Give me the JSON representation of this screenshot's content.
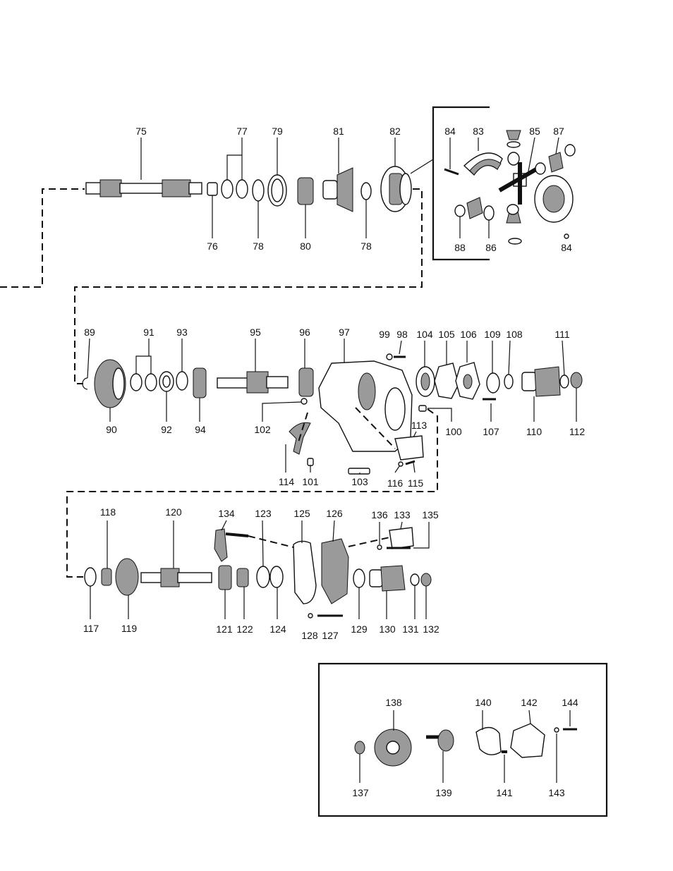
{
  "labels": {
    "p75": "75",
    "p76": "76",
    "p77": "77",
    "p78a": "78",
    "p78b": "78",
    "p79": "79",
    "p80": "80",
    "p81": "81",
    "p82": "82",
    "p83": "83",
    "p84a": "84",
    "p84b": "84",
    "p85": "85",
    "p86": "86",
    "p87": "87",
    "p88": "88",
    "p89": "89",
    "p90": "90",
    "p91": "91",
    "p92": "92",
    "p93": "93",
    "p94": "94",
    "p95": "95",
    "p96": "96",
    "p97": "97",
    "p98": "98",
    "p99": "99",
    "p100": "100",
    "p101": "101",
    "p102": "102",
    "p103": "103",
    "p104": "104",
    "p105": "105",
    "p106": "106",
    "p107": "107",
    "p108": "108",
    "p109": "109",
    "p110": "110",
    "p111": "111",
    "p112": "112",
    "p113": "113",
    "p114": "114",
    "p115": "115",
    "p116": "116",
    "p117": "117",
    "p118": "118",
    "p119": "119",
    "p120": "120",
    "p121": "121",
    "p122": "122",
    "p123": "123",
    "p124": "124",
    "p125": "125",
    "p126": "126",
    "p127": "127",
    "p128": "128",
    "p129": "129",
    "p130": "130",
    "p131": "131",
    "p132": "132",
    "p133": "133",
    "p134": "134",
    "p135": "135",
    "p136": "136",
    "p137": "137",
    "p138": "138",
    "p139": "139",
    "p140": "140",
    "p141": "141",
    "p142": "142",
    "p143": "143",
    "p144": "144"
  }
}
